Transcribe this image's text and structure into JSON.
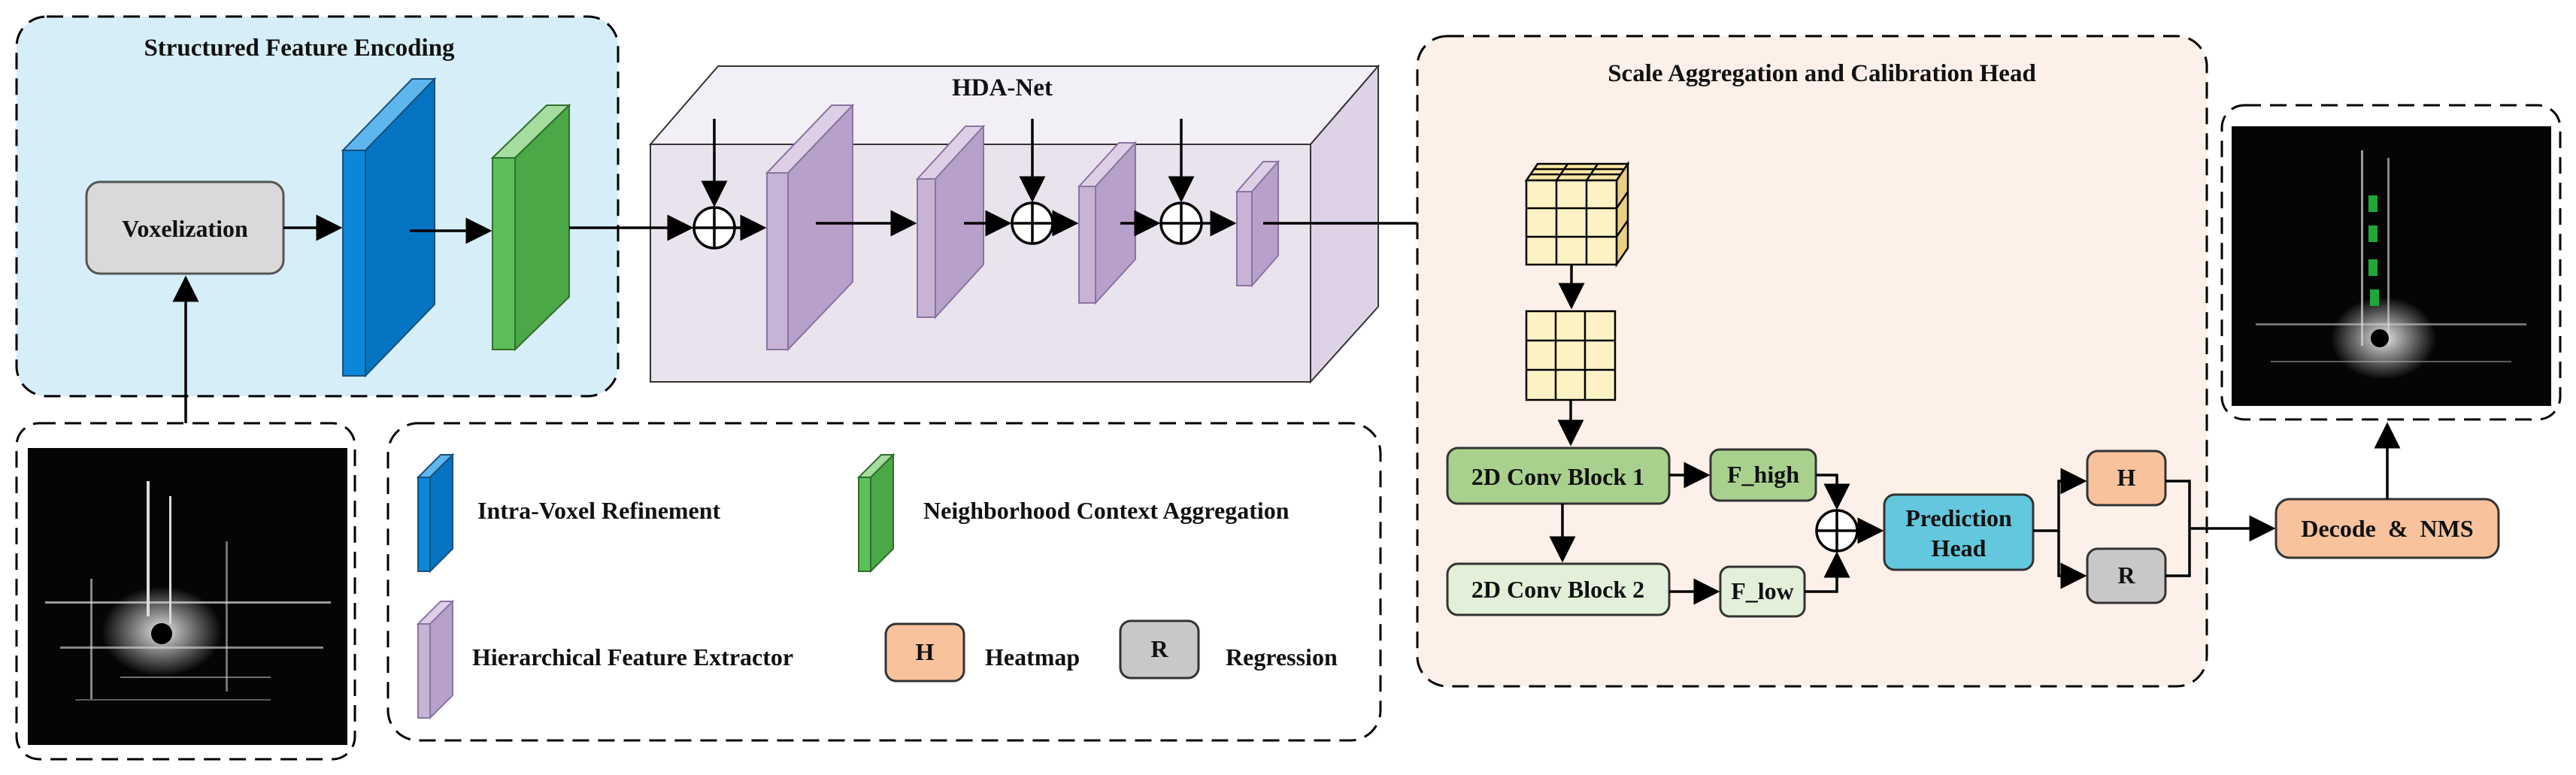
{
  "sections": {
    "encoding_title": "Structured Feature Encoding",
    "backbone_title": "HDA-Net",
    "head_title": "Scale Aggregation and Calibration Head"
  },
  "blocks": {
    "voxelization": "Voxelization",
    "conv1": "2D Conv Block 1",
    "conv2": "2D Conv Block 2",
    "f_high": "F_high",
    "f_low": "F_low",
    "prediction_line1": "Prediction",
    "prediction_line2": "Head",
    "heatmap_letter": "H",
    "regression_letter": "R",
    "decode": "Decode  &  NMS"
  },
  "legend": {
    "ivr": "Intra-Voxel Refinement",
    "nca": "Neighborhood Context Aggregation",
    "hfe": "Hierarchical Feature Extractor",
    "h_letter": "H",
    "heatmap": "Heatmap",
    "r_letter": "R",
    "regression": "Regression"
  },
  "colors": {
    "encoding_bg": "#d6eef7",
    "head_bg": "#fdf0e8",
    "backbone_bg": "#e9e3ee",
    "ivr_blue": "#0a87d8",
    "nca_green": "#5cbf5a",
    "hfe_purple": "#c7b3d6",
    "heatmap_orange": "#f8c29d",
    "regression_gray": "#c8c8c8",
    "conv_green": "#a9d18e",
    "conv_light": "#e2f0d9",
    "prediction_cyan": "#63c8dd",
    "grid_yellow": "#fdf2c4"
  }
}
